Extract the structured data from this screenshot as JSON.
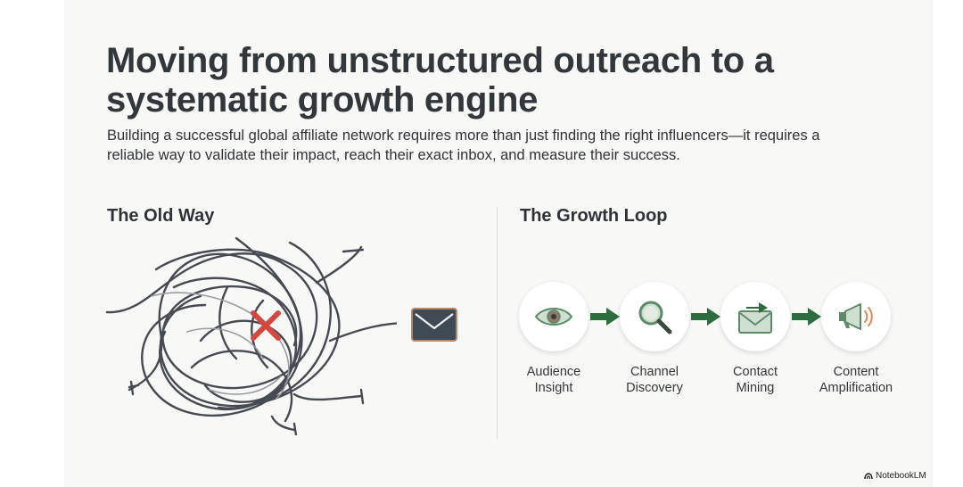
{
  "title": "Moving from unstructured outreach to a systematic growth engine",
  "subtitle": "Building a successful global affiliate network requires more than just finding the right influencers—it requires a reliable way to validate their impact, reach their exact inbox, and measure their success.",
  "old_way": {
    "heading": "The Old Way",
    "center_icon": "x-mark-icon",
    "target_icon": "envelope-icon"
  },
  "growth_loop": {
    "heading": "The Growth Loop",
    "steps": [
      {
        "line1": "Audience",
        "line2": "Insight",
        "icon": "eye-icon"
      },
      {
        "line1": "Channel",
        "line2": "Discovery",
        "icon": "magnifier-icon"
      },
      {
        "line1": "Contact",
        "line2": "Mining",
        "icon": "mail-arrow-icon"
      },
      {
        "line1": "Content",
        "line2": "Amplification",
        "icon": "megaphone-icon"
      }
    ]
  },
  "colors": {
    "accent_green": "#2e6b3f",
    "icon_green": "#5f8a68",
    "icon_green_light": "#cfe0d2",
    "red_x": "#d14a42",
    "tangle": "#464a52"
  },
  "brand": "NotebookLM"
}
